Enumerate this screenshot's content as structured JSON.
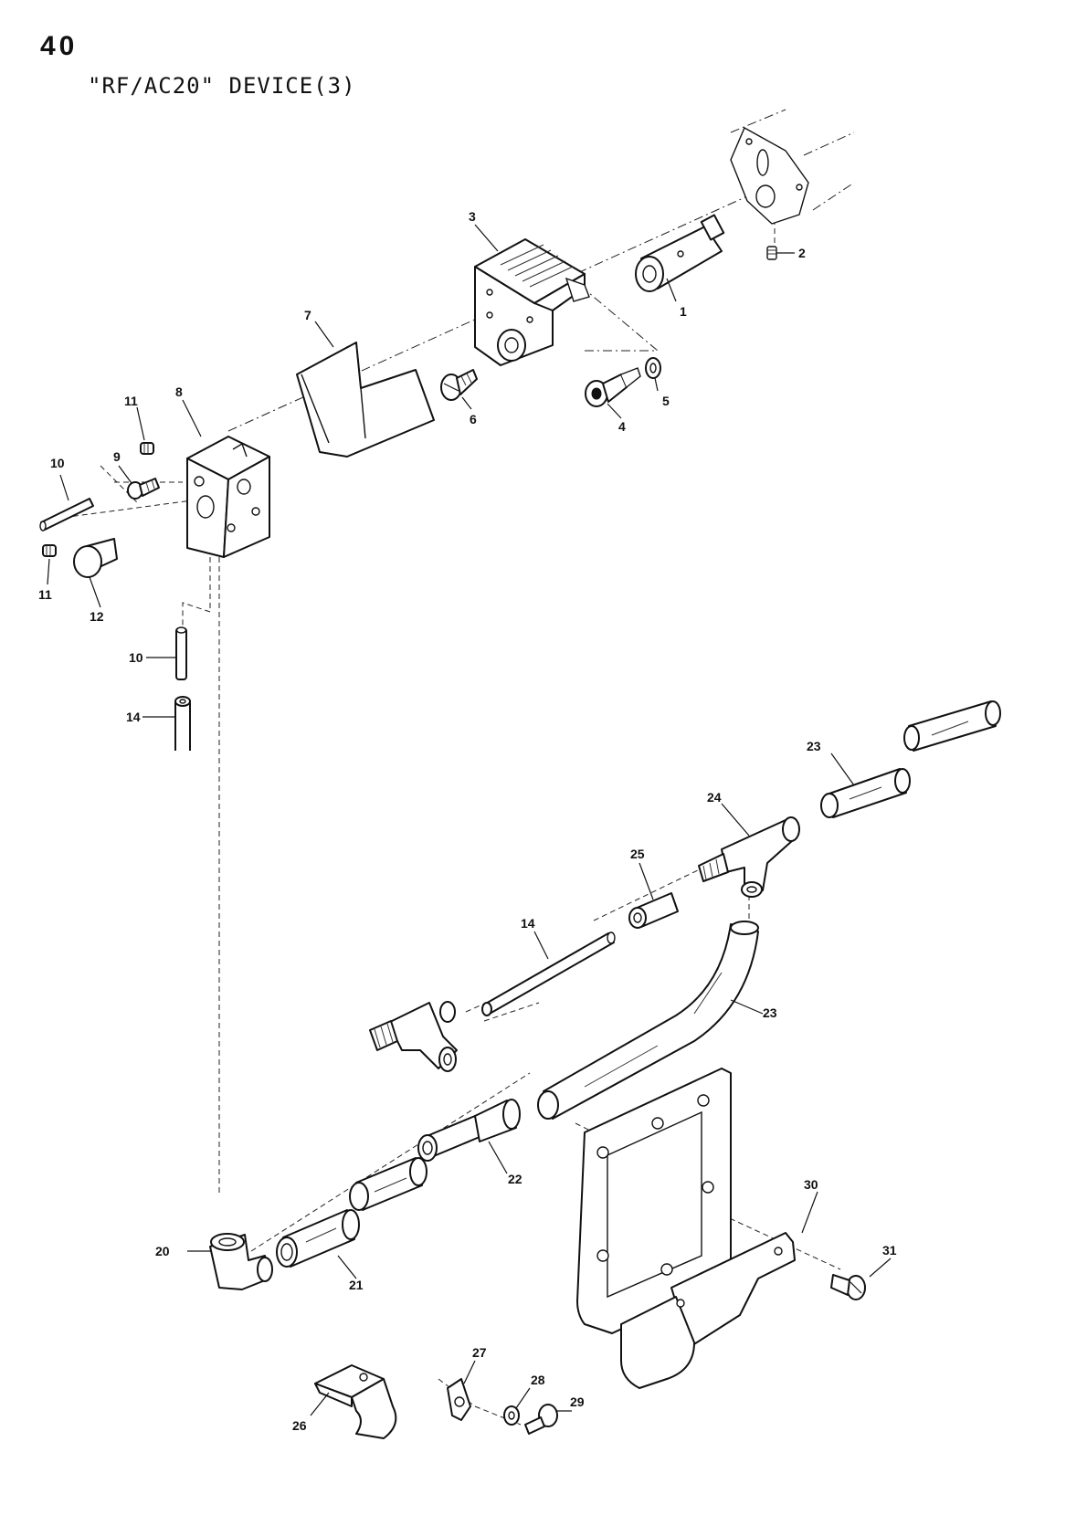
{
  "header": {
    "page_number": "40",
    "title": "\"RF/AC20\" DEVICE(3)"
  },
  "callouts": {
    "p1": "1",
    "p2": "2",
    "p3": "3",
    "p4": "4",
    "p5": "5",
    "p6": "6",
    "p7": "7",
    "p8": "8",
    "p9": "9",
    "p10a": "10",
    "p10b": "10",
    "p11a": "11",
    "p11b": "11",
    "p12": "12",
    "p14a": "14",
    "p14b": "14",
    "p20": "20",
    "p21": "21",
    "p22": "22",
    "p23a": "23",
    "p23b": "23",
    "p24": "24",
    "p25": "25",
    "p26": "26",
    "p27": "27",
    "p28": "28",
    "p29": "29",
    "p30": "30",
    "p31": "31"
  }
}
